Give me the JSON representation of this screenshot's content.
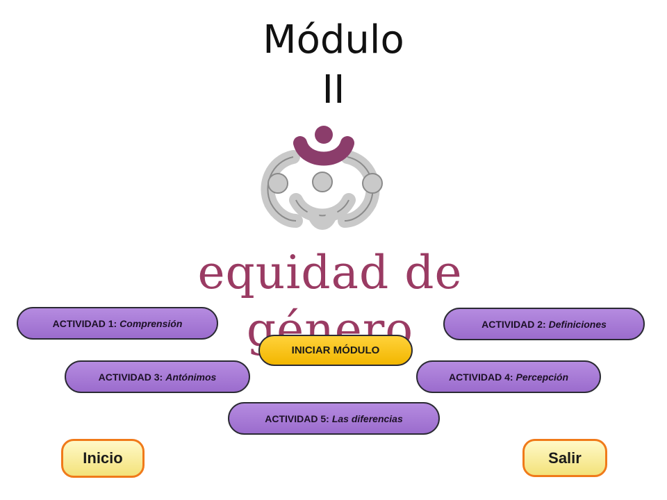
{
  "header": {
    "title_line1": "Módulo",
    "title_line2": "II"
  },
  "logo": {
    "text": "equidad de género",
    "colors": {
      "purple": "#8b3d6b",
      "gray": "#c8c8c8",
      "dark_gray": "#8a8a8a"
    }
  },
  "activities": [
    {
      "prefix": "ACTIVIDAD 1:",
      "name": "Comprensión"
    },
    {
      "prefix": "ACTIVIDAD 2:",
      "name": "Definiciones"
    },
    {
      "prefix": "ACTIVIDAD 3:",
      "name": "Antónimos"
    },
    {
      "prefix": "ACTIVIDAD 4:",
      "name": "Percepción"
    },
    {
      "prefix": "ACTIVIDAD 5:",
      "name": "Las diferencias"
    }
  ],
  "start_button": {
    "label": "INICIAR MÓDULO"
  },
  "nav": {
    "home_label": "Inicio",
    "exit_label": "Salir"
  },
  "colors": {
    "activity_fill": "#a87bd8",
    "start_fill": "#ffc81e",
    "nav_fill": "#f8ed9c",
    "nav_border": "#f07a1a"
  }
}
